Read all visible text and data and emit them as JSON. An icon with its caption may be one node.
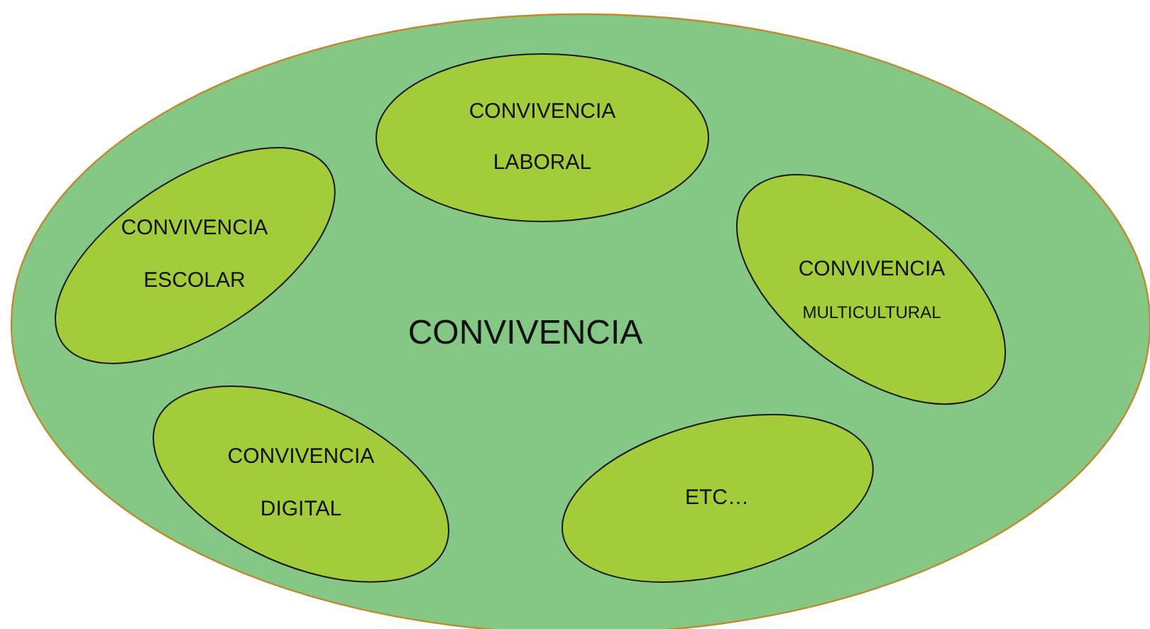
{
  "diagram": {
    "nodes": [
      {
        "text": [
          "CONVIVENCIA"
        ]
      },
      {
        "text": [
          "CONVIVENCIA",
          "LABORAL"
        ],
        "in": 0
      },
      {
        "text": [
          "CONVIVENCIA",
          "ESCOLAR"
        ],
        "in": 0
      },
      {
        "text": [
          "CONVIVENCIA",
          "MULTICULTURAL"
        ],
        "in": 0
      },
      {
        "text": [
          "CONVIVENCIA",
          "DIGITAL"
        ],
        "in": 0
      },
      {
        "text": [
          "ETC…"
        ],
        "in": 0
      }
    ]
  }
}
